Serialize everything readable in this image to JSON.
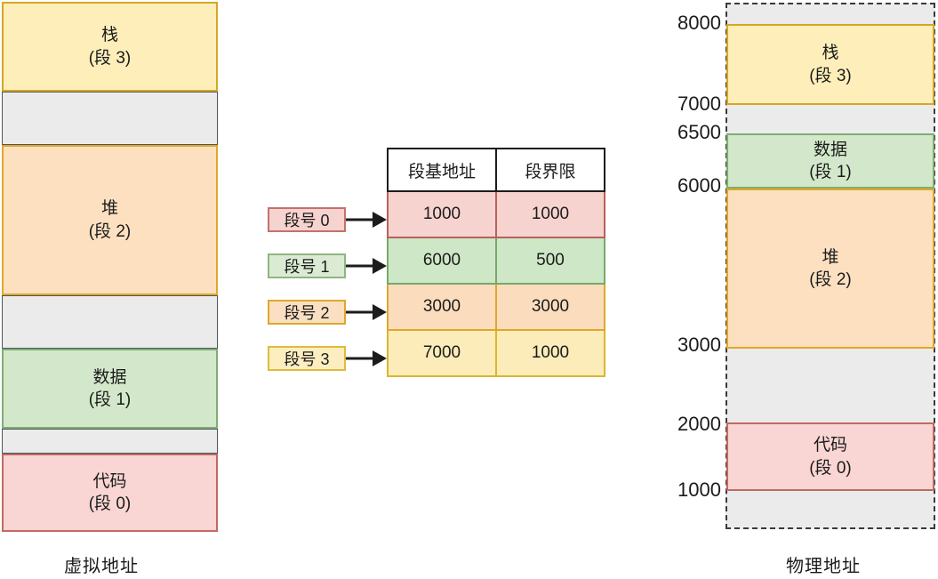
{
  "diagram": {
    "title": "segmentation-address-translation",
    "virtual_caption": "虚拟地址",
    "physical_caption": "物理地址"
  },
  "virtual_space": {
    "caption": "虚拟地址",
    "blocks": [
      {
        "name": "stack",
        "line1": "栈",
        "line2": "(段 3)",
        "color": "#fdeeba",
        "border": "#d6a724",
        "kind": "segment"
      },
      {
        "name": "gap1",
        "line1": "",
        "line2": "",
        "color": "#ebebeb",
        "border": "#4d5560",
        "kind": "free"
      },
      {
        "name": "heap",
        "line1": "堆",
        "line2": "(段 2)",
        "color": "#fce0c0",
        "border": "#e0a828",
        "kind": "segment"
      },
      {
        "name": "gap2",
        "line1": "",
        "line2": "",
        "color": "#ebebeb",
        "border": "#4d5560",
        "kind": "free"
      },
      {
        "name": "data",
        "line1": "数据",
        "line2": "(段 1)",
        "color": "#d3e8cb",
        "border": "#7fae74",
        "kind": "segment"
      },
      {
        "name": "gap3",
        "line1": "",
        "line2": "",
        "color": "#ebebeb",
        "border": "#4d5560",
        "kind": "free"
      },
      {
        "name": "code",
        "line1": "代码",
        "line2": "(段 0)",
        "color": "#f9d6d3",
        "border": "#c16a63",
        "kind": "segment"
      }
    ]
  },
  "segment_table": {
    "headers": [
      "段基地址",
      "段界限"
    ],
    "rows": [
      {
        "seg_label": "段号 0",
        "base": "1000",
        "limit": "1000"
      },
      {
        "seg_label": "段号 1",
        "base": "6000",
        "limit": "500"
      },
      {
        "seg_label": "段号 2",
        "base": "3000",
        "limit": "3000"
      },
      {
        "seg_label": "段号 3",
        "base": "7000",
        "limit": "1000"
      }
    ]
  },
  "physical_space": {
    "caption": "物理地址",
    "address_labels": [
      "8000",
      "7000",
      "6500",
      "6000",
      "3000",
      "2000",
      "1000"
    ],
    "blocks": [
      {
        "name": "stack",
        "line1": "栈",
        "line2": "(段 3)",
        "start": "7000",
        "end": "8000"
      },
      {
        "name": "data",
        "line1": "数据",
        "line2": "(段 1)",
        "start": "6000",
        "end": "6500"
      },
      {
        "name": "heap",
        "line1": "堆",
        "line2": "(段 2)",
        "start": "3000",
        "end": "6000"
      },
      {
        "name": "code",
        "line1": "代码",
        "line2": "(段 0)",
        "start": "1000",
        "end": "2000"
      }
    ]
  },
  "colors": {
    "stack": "#fdeeba",
    "heap": "#fce0c0",
    "data": "#d3e8cb",
    "code": "#f9d6d3",
    "free": "#ebebeb"
  }
}
